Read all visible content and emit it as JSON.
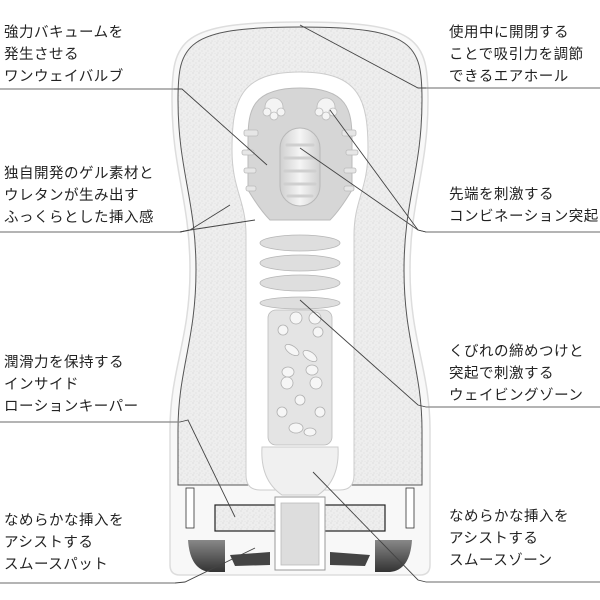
{
  "colors": {
    "text": "#222222",
    "leader_line": "#444444",
    "underline": "#888888",
    "shell_fill": "#e9e9e9",
    "shell_outline": "#555555",
    "inner_fill": "#dcdcdc",
    "background": "#ffffff"
  },
  "labels": {
    "left": [
      {
        "lines": [
          "強力バキュームを",
          "発生させる",
          "ワンウェイバルブ"
        ]
      },
      {
        "lines": [
          "独自開発のゲル素材と",
          "ウレタンが生み出す",
          "ふっくらとした挿入感"
        ]
      },
      {
        "lines": [
          "潤滑力を保持する",
          "インサイド",
          "ローションキーパー"
        ]
      },
      {
        "lines": [
          "なめらかな挿入を",
          "アシストする",
          "スムースパット"
        ]
      }
    ],
    "right": [
      {
        "lines": [
          "使用中に開閉する",
          "ことで吸引力を調節",
          "できるエアホール"
        ]
      },
      {
        "lines": [
          "先端を刺激する",
          "コンビネーション突起"
        ]
      },
      {
        "lines": [
          "くびれの締めつけと",
          "突起で刺激する",
          "ウェイビングゾーン"
        ]
      },
      {
        "lines": [
          "なめらかな挿入を",
          "アシストする",
          "スムースゾーン"
        ]
      }
    ]
  }
}
